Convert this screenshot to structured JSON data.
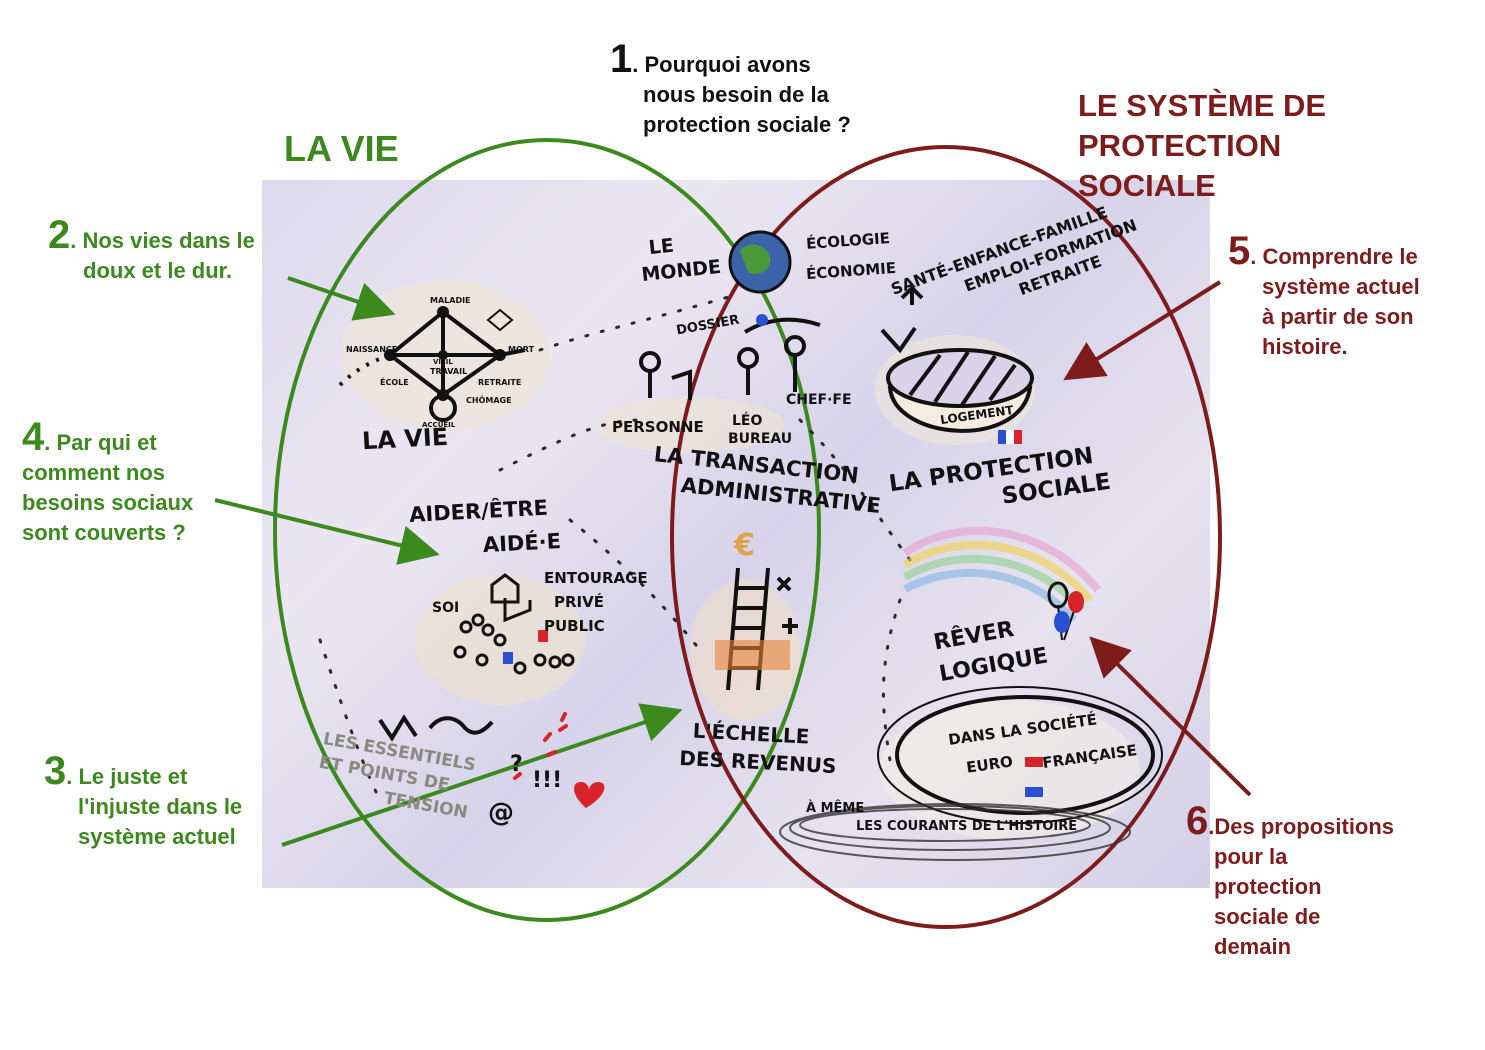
{
  "headings": {
    "la_vie": "LA VIE",
    "systeme": [
      "LE SYSTÈME DE",
      "PROTECTION",
      "SOCIALE"
    ]
  },
  "callouts": {
    "c1": {
      "num": "1",
      "lines": [
        ". Pourquoi avons",
        "nous besoin de la",
        "protection sociale ?"
      ]
    },
    "c2": {
      "num": "2",
      "lines": [
        ". Nos vies dans le",
        "doux et le dur."
      ]
    },
    "c3": {
      "num": "3",
      "lines": [
        ". Le juste et",
        "l'injuste dans le",
        "système actuel"
      ]
    },
    "c4": {
      "num": "4",
      "lines": [
        ". Par qui et",
        "comment nos",
        "besoins sociaux",
        "sont couverts ?"
      ]
    },
    "c5": {
      "num": "5",
      "lines": [
        ". Comprendre le",
        "système actuel",
        "à partir de son",
        "histoire."
      ]
    },
    "c6": {
      "num": "6",
      "lines": [
        ".Des propositions",
        "pour la",
        "protection",
        "sociale de",
        "demain"
      ]
    }
  },
  "sketch": {
    "le_monde": [
      "LE",
      "MONDE"
    ],
    "ecologie": "ÉCOLOGIE",
    "economie": "ÉCONOMIE",
    "themes": [
      "SANTÉ-ENFANCE-FAMILLE",
      "EMPLOI-FORMATION",
      "RETRAITE"
    ],
    "logement": "LOGEMENT",
    "dossier": "DOSSIER",
    "personne": "PERSONNE",
    "leo_bureau": [
      "LÉO",
      "BUREAU"
    ],
    "chef_fe": "CHEF·FE",
    "transaction": [
      "LA TRANSACTION",
      "ADMINISTRATIVE"
    ],
    "protection": [
      "LA PROTECTION",
      "SOCIALE"
    ],
    "la_vie_sketch": "LA VIE",
    "life_nodes": [
      "MALADIE",
      "NAISSANCE",
      "MORT",
      "VIEIL",
      "TRAVAIL",
      "ÉCOLE",
      "RETRAITE",
      "CHÔMAGE",
      "ACCUEIL"
    ],
    "aider": [
      "AIDER/ÊTRE",
      "AIDÉ·E"
    ],
    "soi": "SOI",
    "sources": [
      "ENTOURAGE",
      "PRIVÉ",
      "PUBLIC"
    ],
    "euro": "€",
    "echelle": [
      "L'ÉCHELLE",
      "DES REVENUS"
    ],
    "rever": [
      "RÊVER",
      "LOGIQUE"
    ],
    "dans_societe": [
      "DANS LA SOCIÉTÉ",
      "EURO",
      "FRANÇAISE"
    ],
    "courants": [
      "À MÊME",
      "LES COURANTS DE L'HISTOIRE"
    ],
    "essentiels": [
      "LES ESSENTIELS",
      "ET POINTS DE",
      "TENSION"
    ],
    "marks": [
      "?",
      "!!!",
      "@"
    ]
  },
  "colors": {
    "green": "#3c8a1e",
    "red": "#7e1c1c",
    "panel": "#dcd9ee"
  }
}
